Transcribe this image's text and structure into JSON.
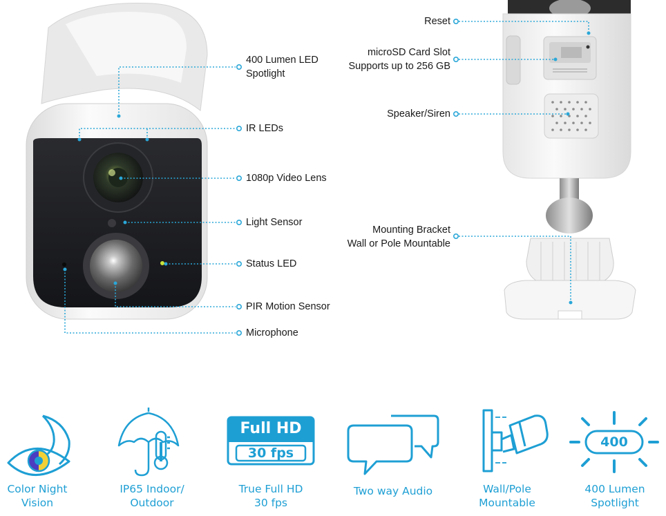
{
  "colors": {
    "accent": "#1e9fd4",
    "leader": "#2aa7d8",
    "camera_body": "#f2f2f2",
    "camera_face": "#1c1d20"
  },
  "front_callouts": {
    "spotlight_line1": "400 Lumen LED",
    "spotlight_line2": "Spotlight",
    "ir_leds": "IR LEDs",
    "video_lens": "1080p Video Lens",
    "light_sensor": "Light Sensor",
    "status_led": "Status LED",
    "pir_sensor": "PIR Motion Sensor",
    "microphone": "Microphone"
  },
  "back_callouts": {
    "reset": "Reset",
    "microsd_line1": "microSD Card Slot",
    "microsd_line2": "Supports up to 256 GB",
    "speaker": "Speaker/Siren",
    "bracket_line1": "Mounting Bracket",
    "bracket_line2": "Wall or Pole Mountable"
  },
  "features": [
    {
      "icon": "moon-eye-icon",
      "line1": "Color Night",
      "line2": "Vision"
    },
    {
      "icon": "umbrella-thermometer-icon",
      "line1": "IP65 Indoor/",
      "line2": "Outdoor"
    },
    {
      "icon": "full-hd-badge-icon",
      "line1": "True Full HD",
      "line2": "30 fps",
      "badge_top": "Full HD",
      "badge_bottom": "30 fps"
    },
    {
      "icon": "speech-bubbles-icon",
      "line1": "Two way Audio",
      "line2": ""
    },
    {
      "icon": "wall-camera-icon",
      "line1": "Wall/Pole",
      "line2": "Mountable"
    },
    {
      "icon": "spotlight-400-icon",
      "line1": "400 Lumen",
      "line2": "Spotlight",
      "badge": "400"
    }
  ]
}
